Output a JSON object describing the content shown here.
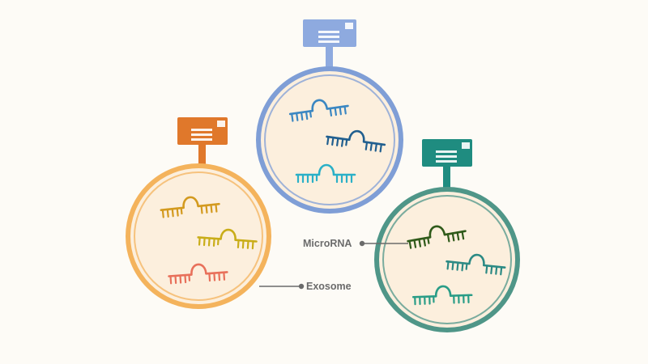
{
  "labels": {
    "microrna": "MicroRNA",
    "exosome": "Exosome"
  },
  "colors": {
    "background": "#fdfbf6",
    "vesicle_fill": "#fcefdd",
    "exosome_blue": "#7f9ed6",
    "exosome_orange": "#f4b35c",
    "exosome_teal": "#4f9688",
    "tag_blue": "#8eaadf",
    "tag_orange": "#e0782b",
    "tag_teal": "#1f8c80",
    "label_text": "#6b6b6b"
  },
  "exosomes": [
    {
      "name": "blue-exosome",
      "tag_color": "#8eaadf",
      "ring_color": "#7f9ed6",
      "microrna_colors": [
        "#3b87c2",
        "#215f8f",
        "#2ab0c7"
      ]
    },
    {
      "name": "orange-exosome",
      "tag_color": "#e0782b",
      "ring_color": "#f4b35c",
      "microrna_colors": [
        "#d39a1f",
        "#c9ad19",
        "#e8705a"
      ]
    },
    {
      "name": "teal-exosome",
      "tag_color": "#1f8c80",
      "ring_color": "#4f9688",
      "microrna_colors": [
        "#2f5a1a",
        "#2c8a84",
        "#2a9d87"
      ]
    }
  ]
}
